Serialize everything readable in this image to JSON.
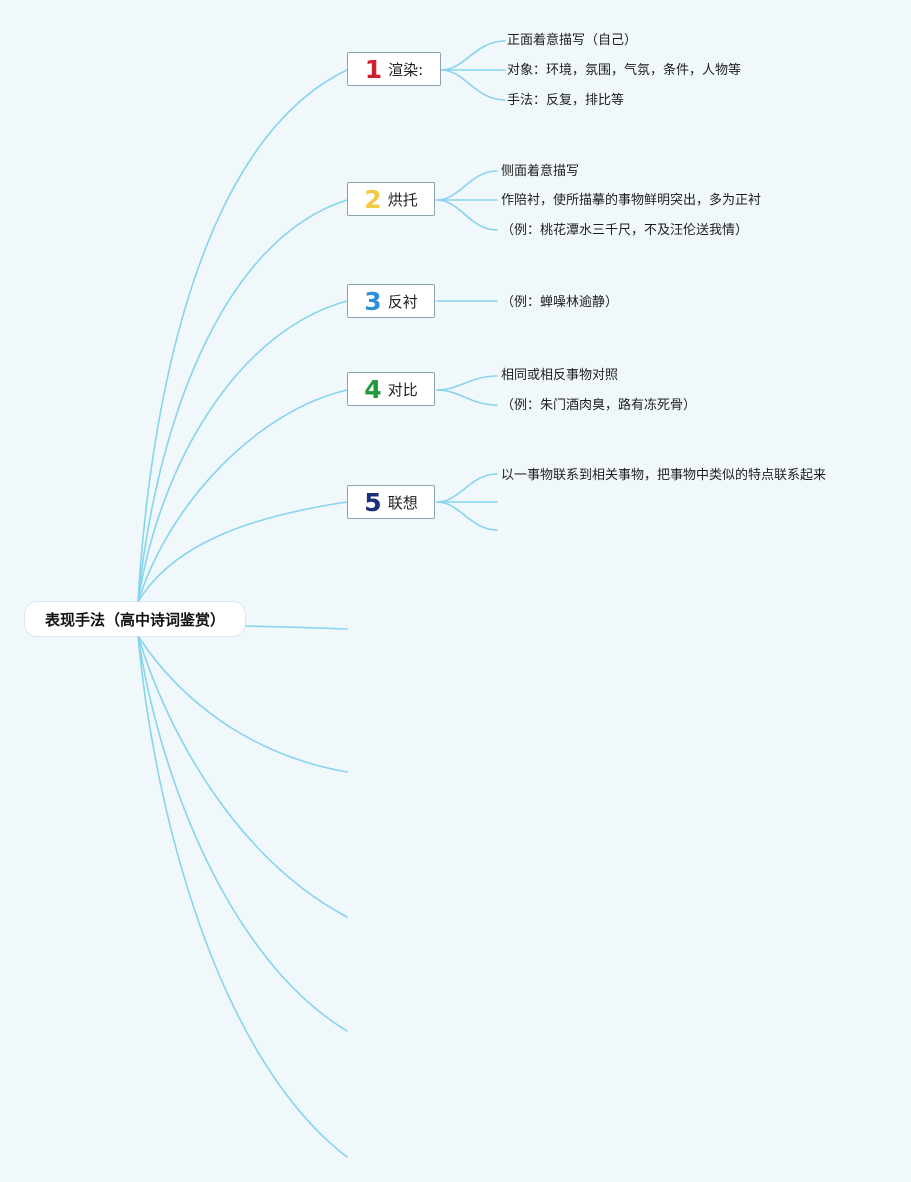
{
  "root": {
    "title": "表现手法（高中诗词鉴赏）"
  },
  "topics": [
    {
      "number": "1",
      "number_color": "#d0202e",
      "label": "渲染:",
      "children": [
        "正面着意描写（自己）",
        "对象：环境，氛围，气氛，条件，人物等",
        "手法：反复，排比等"
      ]
    },
    {
      "number": "2",
      "number_color": "#f5c842",
      "label": "烘托",
      "children": [
        "侧面着意描写",
        "作陪衬，使所描摹的事物鲜明突出，多为正衬",
        "（例：桃花潭水三千尺，不及汪伦送我情）"
      ]
    },
    {
      "number": "3",
      "number_color": "#2f8fd6",
      "label": "反衬",
      "children": [
        "（例：蝉噪林逾静）"
      ]
    },
    {
      "number": "4",
      "number_color": "#1f9a3a",
      "label": "对比",
      "children": [
        "相同或相反事物对照",
        "（例：朱门酒肉臭，路有冻死骨）"
      ]
    },
    {
      "number": "5",
      "number_color": "#1e2f7a",
      "label": "联想",
      "children": [
        "以一事物联系到相关事物，把事物中类似的特点联系起来",
        "",
        ""
      ]
    }
  ]
}
